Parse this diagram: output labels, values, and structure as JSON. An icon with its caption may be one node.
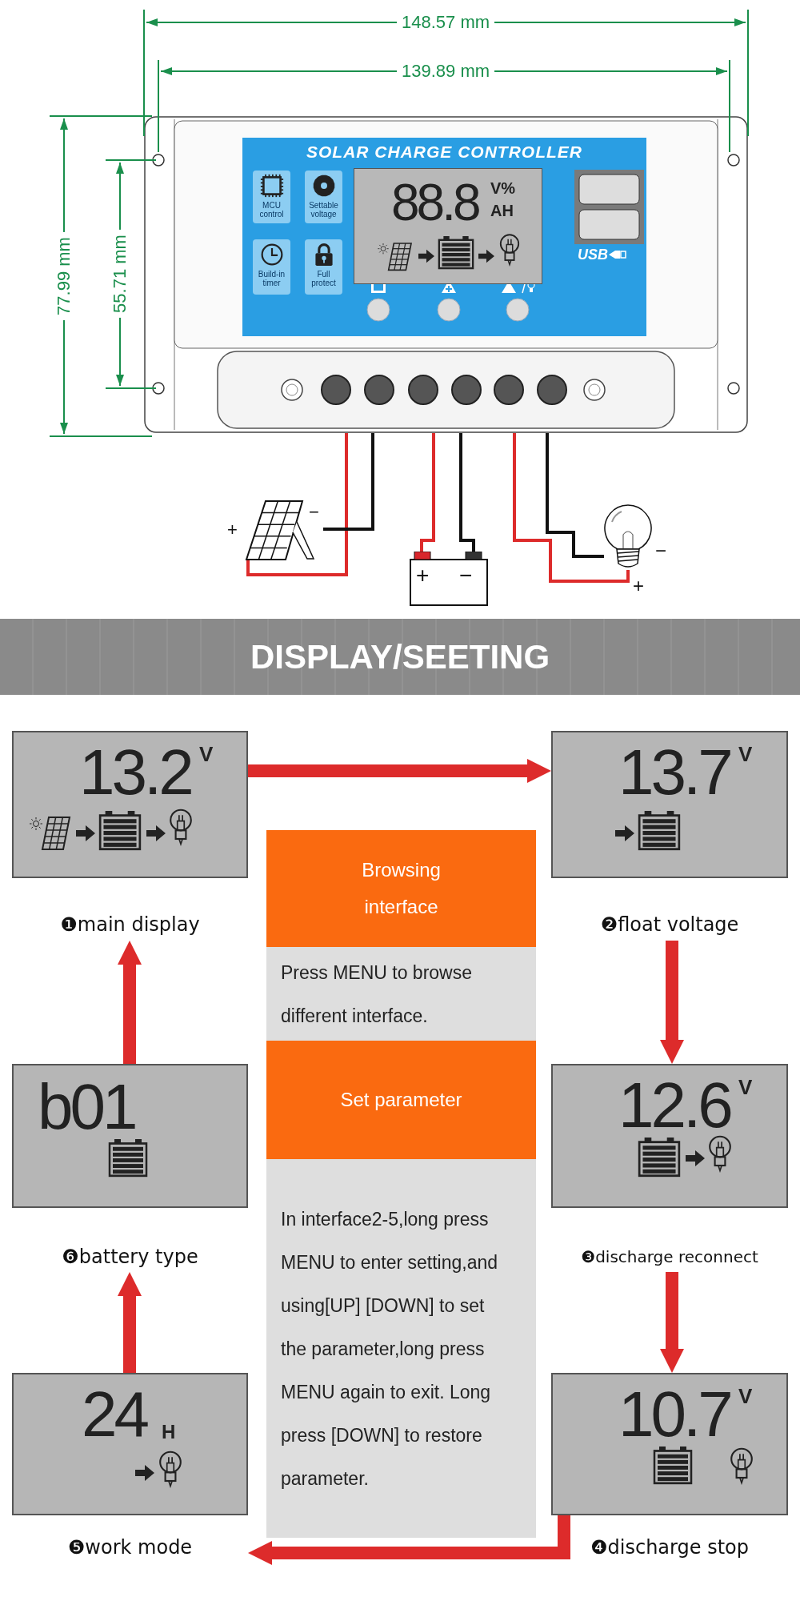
{
  "diagram": {
    "nodes": [
      {
        "text": [],
        "shape": "box"
      },
      {
        "text": [
          "SOLAR CHARGE CONTROLLER"
        ],
        "in": 0
      },
      {
        "text": [
          "MCU control"
        ],
        "in": 1
      },
      {
        "text": [
          "Settable voltage"
        ],
        "in": 1
      },
      {
        "text": [
          "Build-in timer"
        ],
        "in": 1
      },
      {
        "text": [
          "Full protect"
        ],
        "in": 1
      },
      {
        "text": [
          "88.8",
          "V%",
          "AH"
        ],
        "in": 1
      },
      {
        "text": [],
        "shape": "picture",
        "beside": [
          "+",
          "−"
        ]
      },
      {
        "text": [
          "+",
          "−"
        ]
      },
      {
        "text": [],
        "shape": "picture",
        "beside": [
          "−",
          "+"
        ]
      },
      {
        "text": [
          "DISPLAY/SEETING"
        ]
      },
      {
        "text": [
          "13.2",
          "V"
        ],
        "beside": [
          "❶main display"
        ]
      },
      {
        "text": [
          "Browsing interface"
        ]
      },
      {
        "text": [
          "13.7",
          "V"
        ],
        "beside": [
          "❷float voltage"
        ]
      },
      {
        "text": [
          "Press MENU to browse different interface."
        ]
      },
      {
        "text": [
          "b01"
        ],
        "beside": [
          "❻battery type"
        ]
      },
      {
        "text": [
          "Set parameter"
        ]
      },
      {
        "text": [
          "12.6",
          "V"
        ],
        "beside": [
          "❸discharge reconnect"
        ]
      },
      {
        "text": [
          "In interface2-5,long press MENU to enter setting,and using[UP] [DOWN] to set the parameter,long press MENU again to exit. Long press [DOWN] to restore parameter."
        ]
      },
      {
        "text": [
          "24",
          "H"
        ],
        "beside": [
          "❺work mode"
        ]
      },
      {
        "text": [
          "10.7",
          "V"
        ],
        "beside": [
          "❹discharge stop"
        ]
      }
    ],
    "edges": [
      {
        "from": 0,
        "to": 7,
        "arrow": "none"
      },
      {
        "from": 0,
        "to": 7,
        "arrow": "none",
        "color": "#111111"
      },
      {
        "from": 0,
        "to": 8,
        "arrow": "none"
      },
      {
        "from": 0,
        "to": 8,
        "arrow": "none",
        "color": "#111111"
      },
      {
        "from": 0,
        "to": 9,
        "arrow": "none"
      },
      {
        "from": 0,
        "to": 9,
        "arrow": "none",
        "color": "#111111"
      },
      {
        "from": 11,
        "to": 13,
        "arrow": "to",
        "style": "thick"
      },
      {
        "from": 13,
        "to": 17,
        "arrow": "to",
        "style": "thick"
      },
      {
        "from": 17,
        "to": 20,
        "arrow": "to",
        "style": "thick"
      },
      {
        "from": 20,
        "to": 19,
        "arrow": "to",
        "style": "thick"
      },
      {
        "from": 19,
        "to": 15,
        "arrow": "to",
        "style": "thick"
      },
      {
        "from": 15,
        "to": 11,
        "arrow": "to",
        "style": "thick"
      }
    ],
    "labels": [
      "148.57 mm",
      "139.89 mm",
      "77.99 mm",
      "55.71 mm",
      "USB"
    ]
  }
}
